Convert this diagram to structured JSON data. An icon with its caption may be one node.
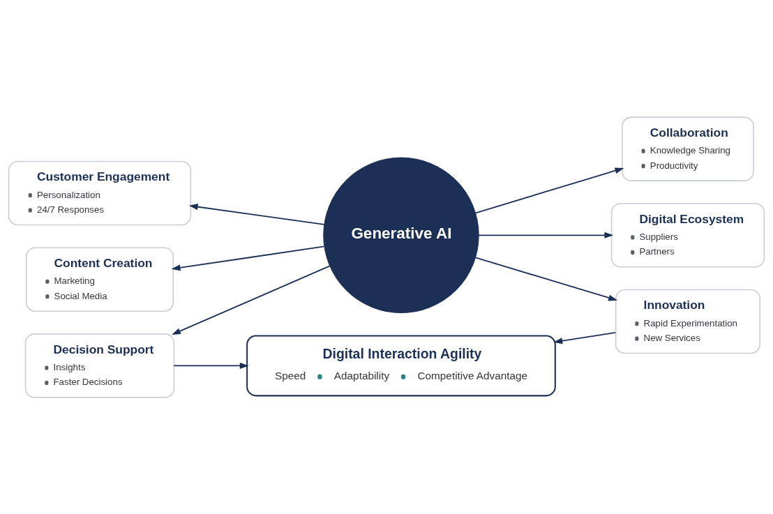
{
  "diagram": {
    "nodes": [
      {
        "text": [
          "Generative AI"
        ]
      },
      {
        "text": [
          "Customer Engagement",
          "Personalization",
          "24/7 Responses"
        ]
      },
      {
        "text": [
          "Collaboration",
          "Knowledge Sharing",
          "Productivity"
        ]
      },
      {
        "text": [
          "Content Creation",
          "Marketing",
          "Social Media"
        ]
      },
      {
        "text": [
          "Digital Ecosystem",
          "Suppliers",
          "Partners"
        ]
      },
      {
        "text": [
          "Decision Support",
          "Insights",
          "Faster Decisions"
        ]
      },
      {
        "text": [
          "Innovation",
          "Rapid Experimentation",
          "New Services"
        ]
      },
      {
        "text": [
          "Digital Interaction Agility",
          "Speed",
          "Adaptability",
          "Competitive Advantage"
        ]
      }
    ],
    "edges": [
      {
        "from": 0,
        "to": 1,
        "arrow": "to"
      },
      {
        "from": 0,
        "to": 2,
        "arrow": "to"
      },
      {
        "from": 0,
        "to": 3,
        "arrow": "to"
      },
      {
        "from": 0,
        "to": 4,
        "arrow": "to"
      },
      {
        "from": 0,
        "to": 5,
        "arrow": "to"
      },
      {
        "from": 0,
        "to": 6,
        "arrow": "to"
      },
      {
        "from": 5,
        "to": 7,
        "arrow": "to"
      },
      {
        "from": 6,
        "to": 7,
        "arrow": "to"
      }
    ]
  }
}
